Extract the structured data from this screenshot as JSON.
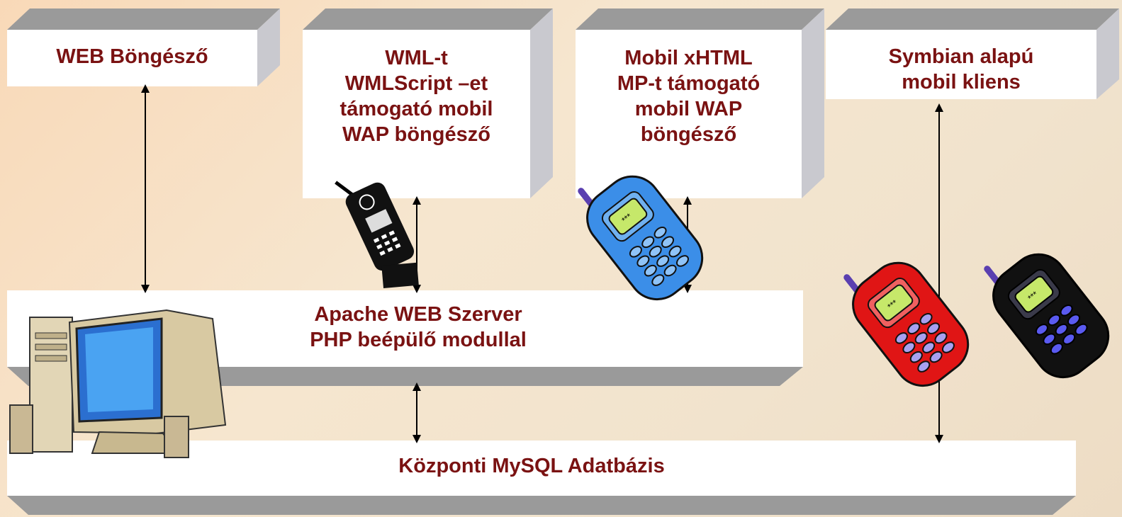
{
  "boxes": {
    "web_browser": [
      "WEB Böngésző"
    ],
    "wml_browser": [
      "WML-t",
      "WMLScript –et",
      "támogató mobil",
      "WAP böngésző"
    ],
    "xhtml_browser": [
      "Mobil xHTML",
      "MP-t támogató",
      "mobil WAP",
      "böngésző"
    ],
    "symbian_client": [
      "Symbian alapú",
      "mobil kliens"
    ],
    "apache_server": [
      "Apache WEB Szerver",
      "PHP beépülő modullal"
    ],
    "mysql_db": [
      "Központi MySQL Adatbázis"
    ]
  },
  "colors": {
    "text": "#7a1212",
    "box_face": "#ffffff",
    "box_top": "#9a9a9a",
    "box_side": "#c9c9cf",
    "arrow": "#000000"
  },
  "icons": [
    "desktop-computer-icon",
    "black-flip-phone-icon",
    "blue-mobile-phone-icon",
    "red-mobile-phone-icon",
    "black-mobile-phone-icon"
  ]
}
